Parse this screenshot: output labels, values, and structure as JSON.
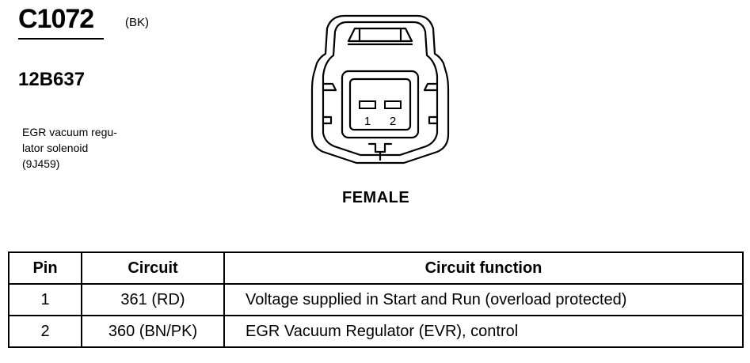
{
  "connector": {
    "id": "C1072",
    "color_code": "(BK)",
    "part_number": "12B637",
    "description_lines": [
      "EGR vacuum regu-",
      "lator solenoid",
      "(9J459)"
    ],
    "view": "FEMALE",
    "pin_labels": [
      "1",
      "2"
    ]
  },
  "table": {
    "headers": [
      "Pin",
      "Circuit",
      "Circuit function"
    ],
    "rows": [
      {
        "pin": "1",
        "circuit": "361 (RD)",
        "function": "Voltage supplied in Start and Run (overload protected)"
      },
      {
        "pin": "2",
        "circuit": "360 (BN/PK)",
        "function": "EGR Vacuum Regulator (EVR), control"
      }
    ]
  }
}
